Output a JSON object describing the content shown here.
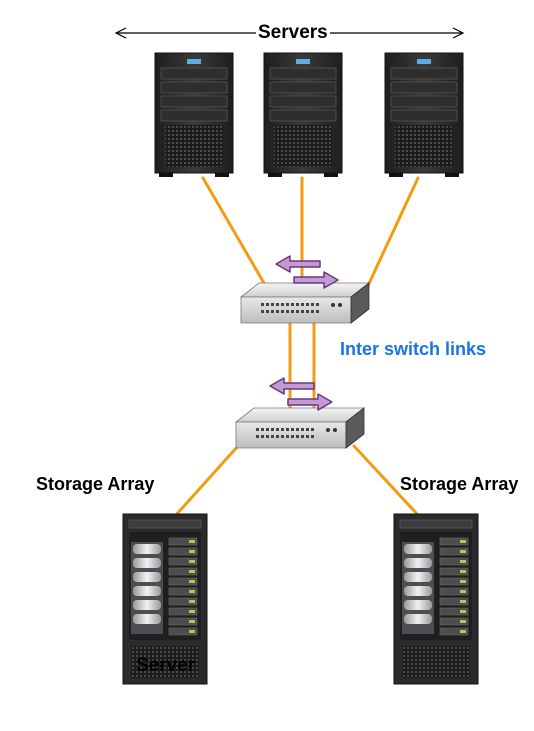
{
  "labels": {
    "servers": "Servers",
    "inter_switch_links": "Inter switch links",
    "storage_left": "Storage Array",
    "storage_right": "Storage Array",
    "server_overlay": "Server"
  },
  "colors": {
    "link": "#f39c12",
    "accent_text": "#1a73e8",
    "arrow_fill": "#c39bd3",
    "arrow_stroke": "#6c3483",
    "server_body": "#2b2b2b"
  },
  "icons": [
    "server-tower-icon",
    "network-switch-icon",
    "storage-array-icon",
    "bidirectional-arrow-icon"
  ]
}
